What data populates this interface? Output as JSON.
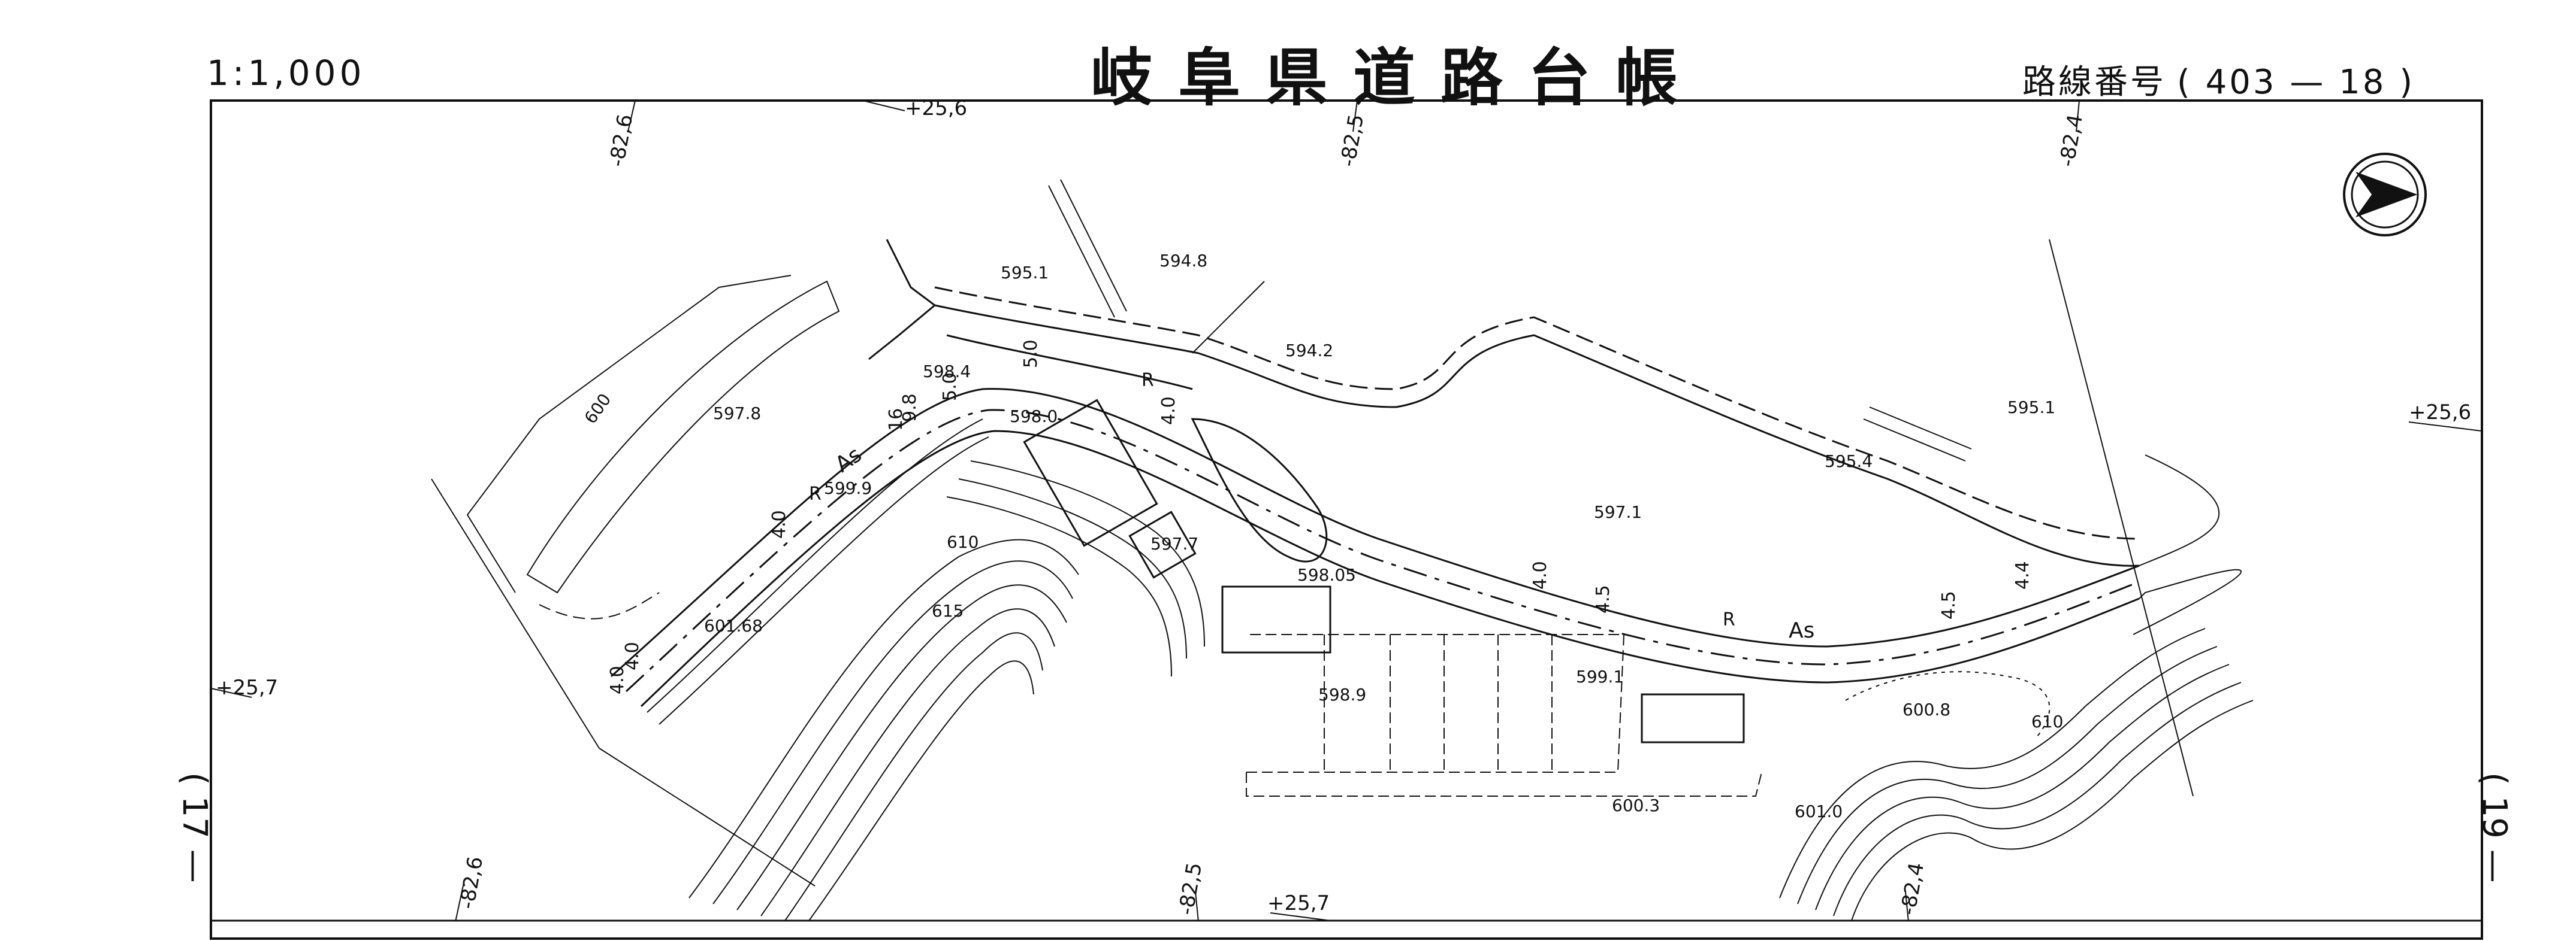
{
  "header": {
    "scale": "1:1,000",
    "title": "岐阜県道路台帳",
    "route_label": "路線番号",
    "route_number": "( 403 — 18 )"
  },
  "sheet_index": {
    "left": "( 17 —",
    "right": "( 19 —"
  },
  "coord_labels": {
    "plus_25_6_top": "+25,6",
    "plus_25_6_right": "+25,6",
    "plus_25_7_left": "+25,7",
    "plus_25_7_bottom": "+25,7",
    "minus_82_6_top": "-82,6",
    "minus_82_6_bottom": "-82,6",
    "minus_82_5_top": "-82,5",
    "minus_82_5_bottom": "-82,5",
    "minus_82_4_top": "-82,4",
    "minus_82_4_bottom": "-82,4"
  },
  "elevations": {
    "e595_1a": "595.1",
    "e594_8": "594.8",
    "e594_2": "594.2",
    "e597_8": "597.8",
    "e598_4": "598.4",
    "e598_0": "598.0",
    "e599_9": "599.9",
    "e601_68": "601.68",
    "e597_7": "597.7",
    "e598_05": "598.05",
    "e598_9": "598.9",
    "e599_1": "599.1",
    "e600_3": "600.3",
    "e601_0": "601.0",
    "e600_8": "600.8",
    "e597_1": "597.1",
    "e595_4": "595.4",
    "e595_1b": "595.1"
  },
  "contours": {
    "c600": "600",
    "c610a": "610",
    "c615": "615",
    "c610b": "610"
  },
  "road_labels": {
    "as_left": "As",
    "as_right": "As",
    "r1": "R",
    "r2": "R",
    "r3": "R"
  },
  "widths": {
    "w4_0a": "4.0",
    "w4_0b": "4.0",
    "w4_0c": "4.0",
    "w4_0d": "4.0",
    "w4_0e": "4.0",
    "w5_0a": "5.0",
    "w5_0b": "5.0",
    "w9_8": "9.8",
    "w16": "16",
    "w4_5": "4.5",
    "w4_4": "4.4",
    "w4_5b": "4.5"
  }
}
